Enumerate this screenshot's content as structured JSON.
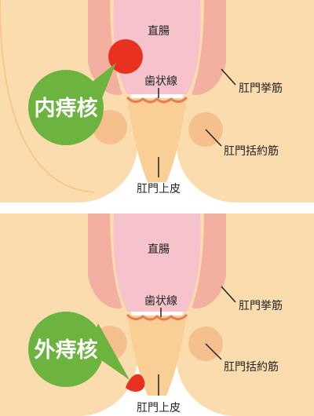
{
  "diagrams": [
    {
      "labels": {
        "rectum": "直腸",
        "dentate_line": "歯状線",
        "levator_ani": "肛門挙筋",
        "sphincter": "肛門括約筋",
        "anoderm": "肛門上皮"
      },
      "callout": "内痔核"
    },
    {
      "labels": {
        "rectum": "直腸",
        "dentate_line": "歯状線",
        "levator_ani": "肛門挙筋",
        "sphincter": "肛門括約筋",
        "anoderm": "肛門上皮"
      },
      "callout": "外痔核"
    }
  ],
  "colors": {
    "skin": "#fbdcae",
    "skin_edge": "#f3c990",
    "muscle": "#f3b0a0",
    "rectum": "#f6c3cc",
    "canal": "#f9cf96",
    "sphincter": "#f6c08e",
    "dentate": "#ec7a50",
    "hemorrhoid": "#e8311e",
    "callout": "#6cb33f"
  }
}
